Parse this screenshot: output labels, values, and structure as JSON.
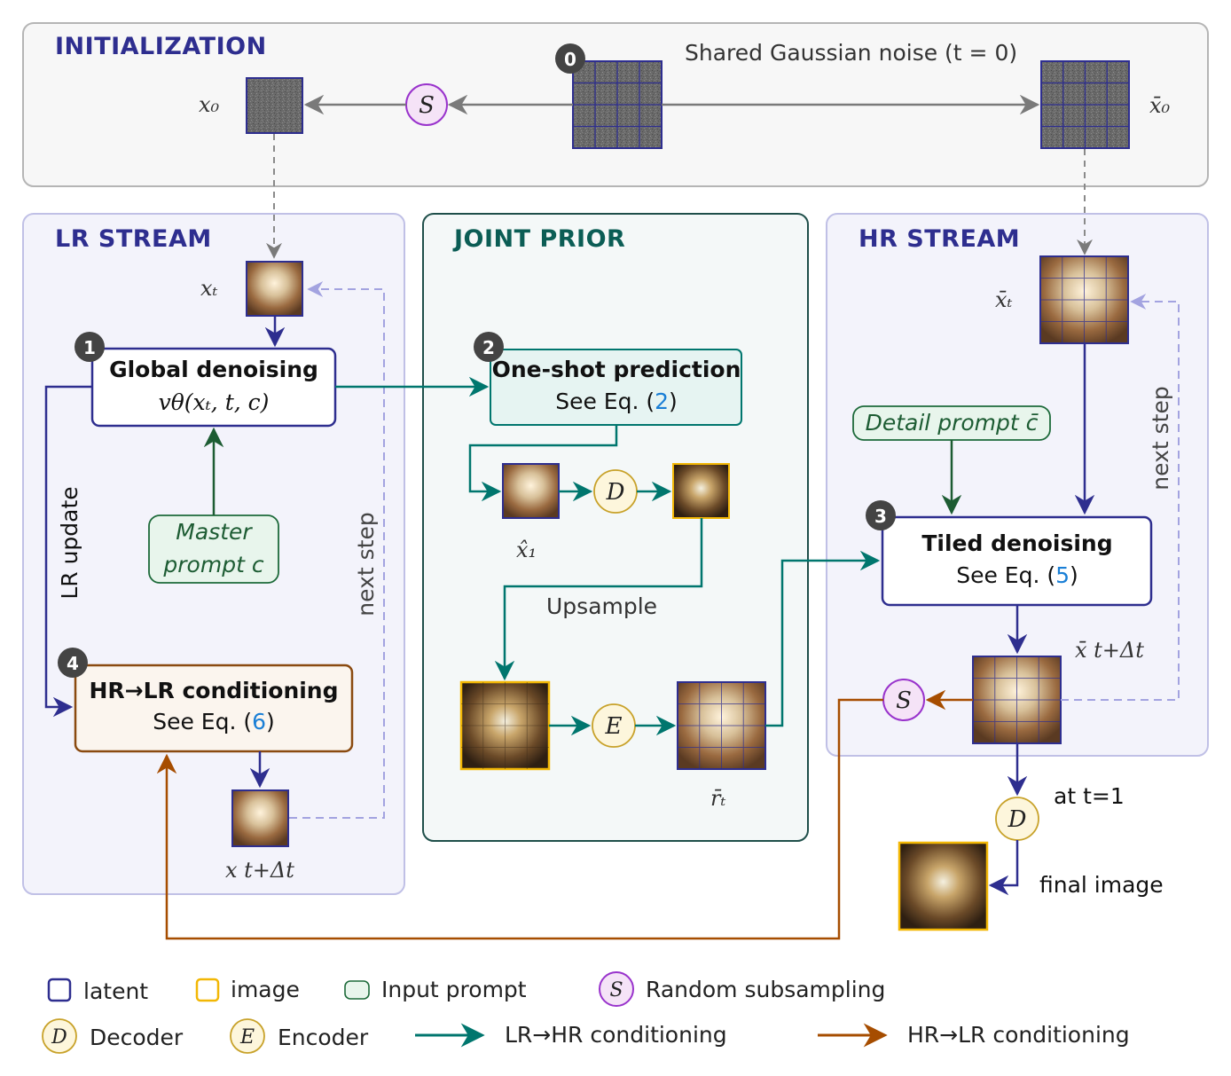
{
  "colors": {
    "latent": "#2e2e8f",
    "image": "#f2b705",
    "teal": "#00766e",
    "green_dark": "#1d6a3a",
    "brown": "#a64d00",
    "purple": "#9933cc",
    "ref_blue": "#1a7fd6"
  },
  "sections": {
    "init": {
      "title": "INITIALIZATION"
    },
    "lr": {
      "title": "LR STREAM"
    },
    "joint": {
      "title": "JOINT PRIOR"
    },
    "hr": {
      "title": "HR STREAM"
    }
  },
  "init": {
    "noise_label": "Shared Gaussian noise (t = 0)",
    "x0": "x₀",
    "xbar0": "x̄₀",
    "step0": "0",
    "subsample": "S"
  },
  "lr": {
    "xt": "xₜ",
    "x_next": "x t+Δt",
    "step1": "1",
    "global_title": "Global denoising",
    "global_eq": "vθ(xₜ, t, c)",
    "master_prompt_1": "Master",
    "master_prompt_2": "prompt c",
    "lr_update": "LR update",
    "next_step": "next step",
    "step4": "4",
    "cond_title": "HR→LR conditioning",
    "cond_eq_prefix": "See Eq. (",
    "cond_eq_ref": "6",
    "cond_eq_suffix": ")"
  },
  "joint": {
    "step2": "2",
    "oneshot_title": "One-shot prediction",
    "oneshot_eq_prefix": "See Eq. (",
    "oneshot_eq_ref": "2",
    "oneshot_eq_suffix": ")",
    "decoder": "D",
    "encoder": "E",
    "x1hat": "x̂₁",
    "upsample": "Upsample",
    "rbar": "r̄ₜ"
  },
  "hr": {
    "xbar_t": "x̄ₜ",
    "xbar_next": "x̄ t+Δt",
    "step3": "3",
    "detail_prompt": "Detail prompt c̄",
    "tiled_title": "Tiled denoising",
    "tiled_eq_prefix": "See Eq. (",
    "tiled_eq_ref": "5",
    "tiled_eq_suffix": ")",
    "next_step": "next step",
    "decoder": "D",
    "at_t1": "at t=1",
    "final_image": "final image",
    "subsample": "S"
  },
  "legend": {
    "latent": "latent",
    "image": "image",
    "input_prompt": "Input prompt",
    "subsample_sym": "S",
    "random_subsampling": "Random subsampling",
    "decoder_sym": "D",
    "decoder": "Decoder",
    "encoder_sym": "E",
    "encoder": "Encoder",
    "lr_hr": "LR→HR conditioning",
    "hr_lr": "HR→LR conditioning"
  }
}
